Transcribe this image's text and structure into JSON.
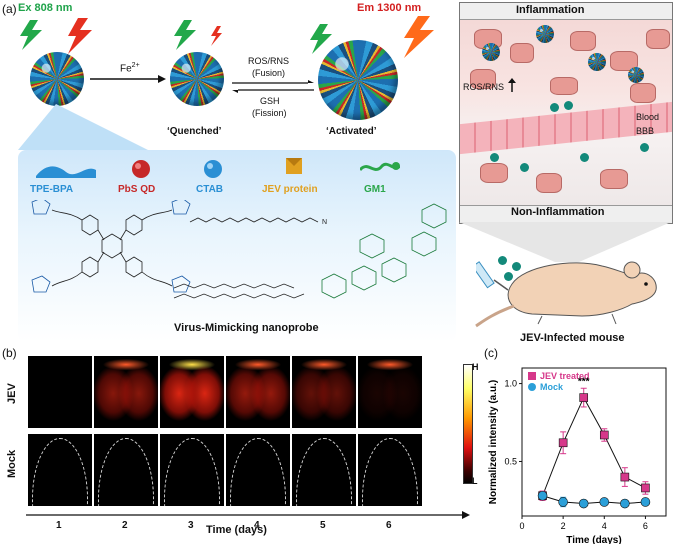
{
  "panel_a": {
    "letter": "(a)",
    "ex_label": "Ex 808 nm",
    "em_label": "Em 1300 nm",
    "fe_label": "Fe",
    "fe_sup": "2+",
    "ros_label": "ROS/RNS",
    "fusion_label": "(Fusion)",
    "gsh_label": "GSH",
    "fission_label": "(Fission)",
    "quenched_label": "‘Quenched’",
    "activated_label": "‘Activated’",
    "components": [
      {
        "name": "TPE-BPA",
        "color": "#2a8fd4"
      },
      {
        "name": "PbS QD",
        "color": "#c62828"
      },
      {
        "name": "CTAB",
        "color": "#2a8fd4"
      },
      {
        "name": "JEV protein",
        "color": "#e0a020"
      },
      {
        "name": "GM1",
        "color": "#2aa64a"
      }
    ],
    "nanoprobe_title": "Virus-Mimicking nanoprobe",
    "inflammation_label": "Inflammation",
    "non_inflammation_label": "Non-Inflammation",
    "ros_arrow_label": "ROS/RNS",
    "blood_label": "Blood",
    "bbb_label": "BBB",
    "mouse_label": "JEV-Infected mouse"
  },
  "panel_b": {
    "letter": "(b)",
    "row_labels": [
      "JEV",
      "Mock"
    ],
    "day_labels": [
      "1",
      "2",
      "3",
      "4",
      "5",
      "6"
    ],
    "xlabel": "Time (days)",
    "colorbar_high": "H",
    "colorbar_low": "L",
    "jev_intensity": [
      0.0,
      0.62,
      1.0,
      0.68,
      0.45,
      0.12
    ]
  },
  "panel_c": {
    "letter": "(c)"
  },
  "chart_data": {
    "type": "line",
    "ylabel": "Normalized intensity (a.u.)",
    "xlabel": "Time (days)",
    "xlim": [
      0,
      7
    ],
    "ylim": [
      0.15,
      1.1
    ],
    "xticks": [
      0,
      2,
      4,
      6
    ],
    "yticks": [
      0.5,
      1.0
    ],
    "ytick_labels": [
      "0.5",
      "1.0"
    ],
    "significance": "***",
    "series": [
      {
        "name": "JEV treated",
        "color": "#d6388a",
        "marker": "square",
        "x": [
          1,
          2,
          3,
          4,
          5,
          6
        ],
        "y": [
          0.28,
          0.62,
          0.91,
          0.67,
          0.4,
          0.33
        ],
        "err": [
          0.03,
          0.07,
          0.06,
          0.04,
          0.06,
          0.04
        ]
      },
      {
        "name": "Mock",
        "color": "#2b9fd8",
        "marker": "circle",
        "x": [
          1,
          2,
          3,
          4,
          5,
          6
        ],
        "y": [
          0.28,
          0.24,
          0.23,
          0.24,
          0.23,
          0.24
        ],
        "err": [
          0.02,
          0.03,
          0.02,
          0.02,
          0.02,
          0.02
        ]
      }
    ]
  }
}
